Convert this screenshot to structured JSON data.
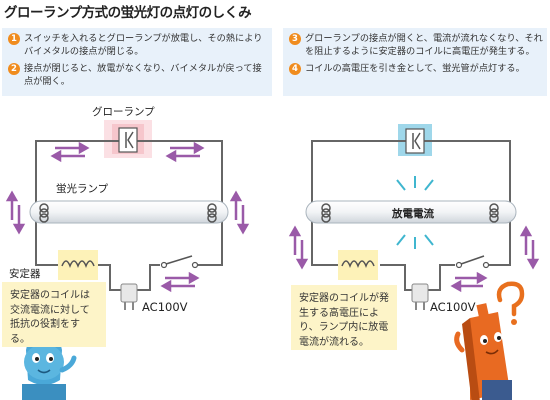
{
  "title": "グローランプ方式の蛍光灯の点灯のしくみ",
  "steps": [
    {
      "num": "1",
      "text": "スイッチを入れるとグローランプが放電し、その熱によりバイメタルの接点が閉じる。"
    },
    {
      "num": "2",
      "text": "接点が閉じると、放電がなくなり、バイメタルが戻って接点が開く。"
    },
    {
      "num": "3",
      "text": "グローランプの接点が開くと、電流が流れなくなり、それを阻止するように安定器のコイルに高電圧が発生する。"
    },
    {
      "num": "4",
      "text": "コイルの高電圧を引き金として、蛍光管が点灯する。"
    }
  ],
  "left": {
    "glow_label": "グローランプ",
    "tube_label": "蛍光ランプ",
    "ballast_label": "安定器",
    "plug_label": "AC100V",
    "note": "安定器のコイルは交流電流に対して抵抗の役割をする。"
  },
  "right": {
    "discharge_label": "放電電流",
    "plug_label": "AC100V",
    "note": "安定器のコイルが発生する高電圧により、ランプ内に放電電流が流れる。"
  },
  "colors": {
    "accent": "#f08c1e",
    "arrow": "#9a5aa8",
    "glow_pink": "#f6c6cc",
    "glow_blue": "#9fd7ea",
    "note_bg": "#fdf4c8",
    "step_bg": "#e8f1fa",
    "wire": "#666666"
  }
}
